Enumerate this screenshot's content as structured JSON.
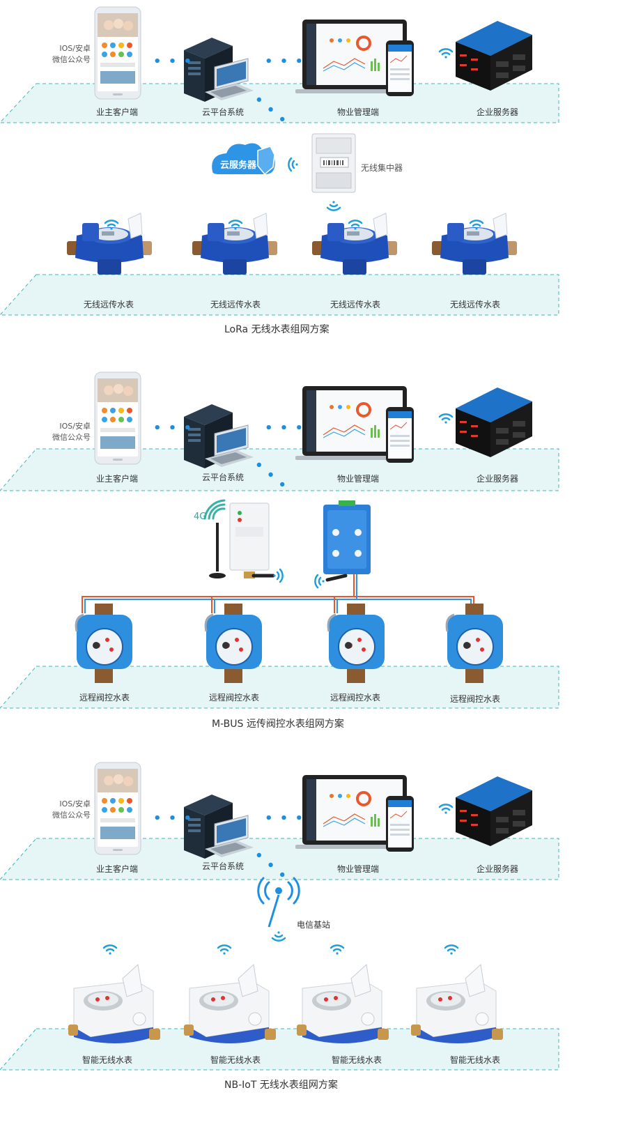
{
  "sections": [
    {
      "caption": "LoRa 无线水表组网方案",
      "top": {
        "side_label_line1": "IOS/安卓",
        "side_label_line2": "微信公众号",
        "owner_client": "业主客户端",
        "cloud_platform": "云平台系统",
        "property_mgmt": "物业管理端",
        "enterprise_server": "企业服务器"
      },
      "middle": {
        "cloud_server": "云服务器",
        "concentrator": "无线集中器"
      },
      "meters": [
        "无线远传水表",
        "无线远传水表",
        "无线远传水表",
        "无线远传水表"
      ]
    },
    {
      "caption": "M-BUS 远传阀控水表组网方案",
      "top": {
        "side_label_line1": "IOS/安卓",
        "side_label_line2": "微信公众号",
        "owner_client": "业主客户端",
        "cloud_platform": "云平台系统",
        "property_mgmt": "物业管理端",
        "enterprise_server": "企业服务器"
      },
      "middle": {
        "signal_4g": "4G"
      },
      "meters": [
        "远程阀控水表",
        "远程阀控水表",
        "远程阀控水表",
        "远程阀控水表"
      ]
    },
    {
      "caption": "NB-IoT 无线水表组网方案",
      "top": {
        "side_label_line1": "IOS/安卓",
        "side_label_line2": "微信公众号",
        "owner_client": "业主客户端",
        "cloud_platform": "云平台系统",
        "property_mgmt": "物业管理端",
        "enterprise_server": "企业服务器"
      },
      "middle": {
        "base_station": "电信基站"
      },
      "meters": [
        "智能无线水表",
        "智能无线水表",
        "智能无线水表",
        "智能无线水表"
      ]
    }
  ],
  "colors": {
    "floor_fill": "#e6f6f7",
    "floor_dash": "#3cb8b8",
    "accent_blue": "#1d8fe3",
    "meter_blue": "#1f4fb8",
    "pipe_red": "#e8552f",
    "pipe_blue": "#3a8fe0"
  }
}
